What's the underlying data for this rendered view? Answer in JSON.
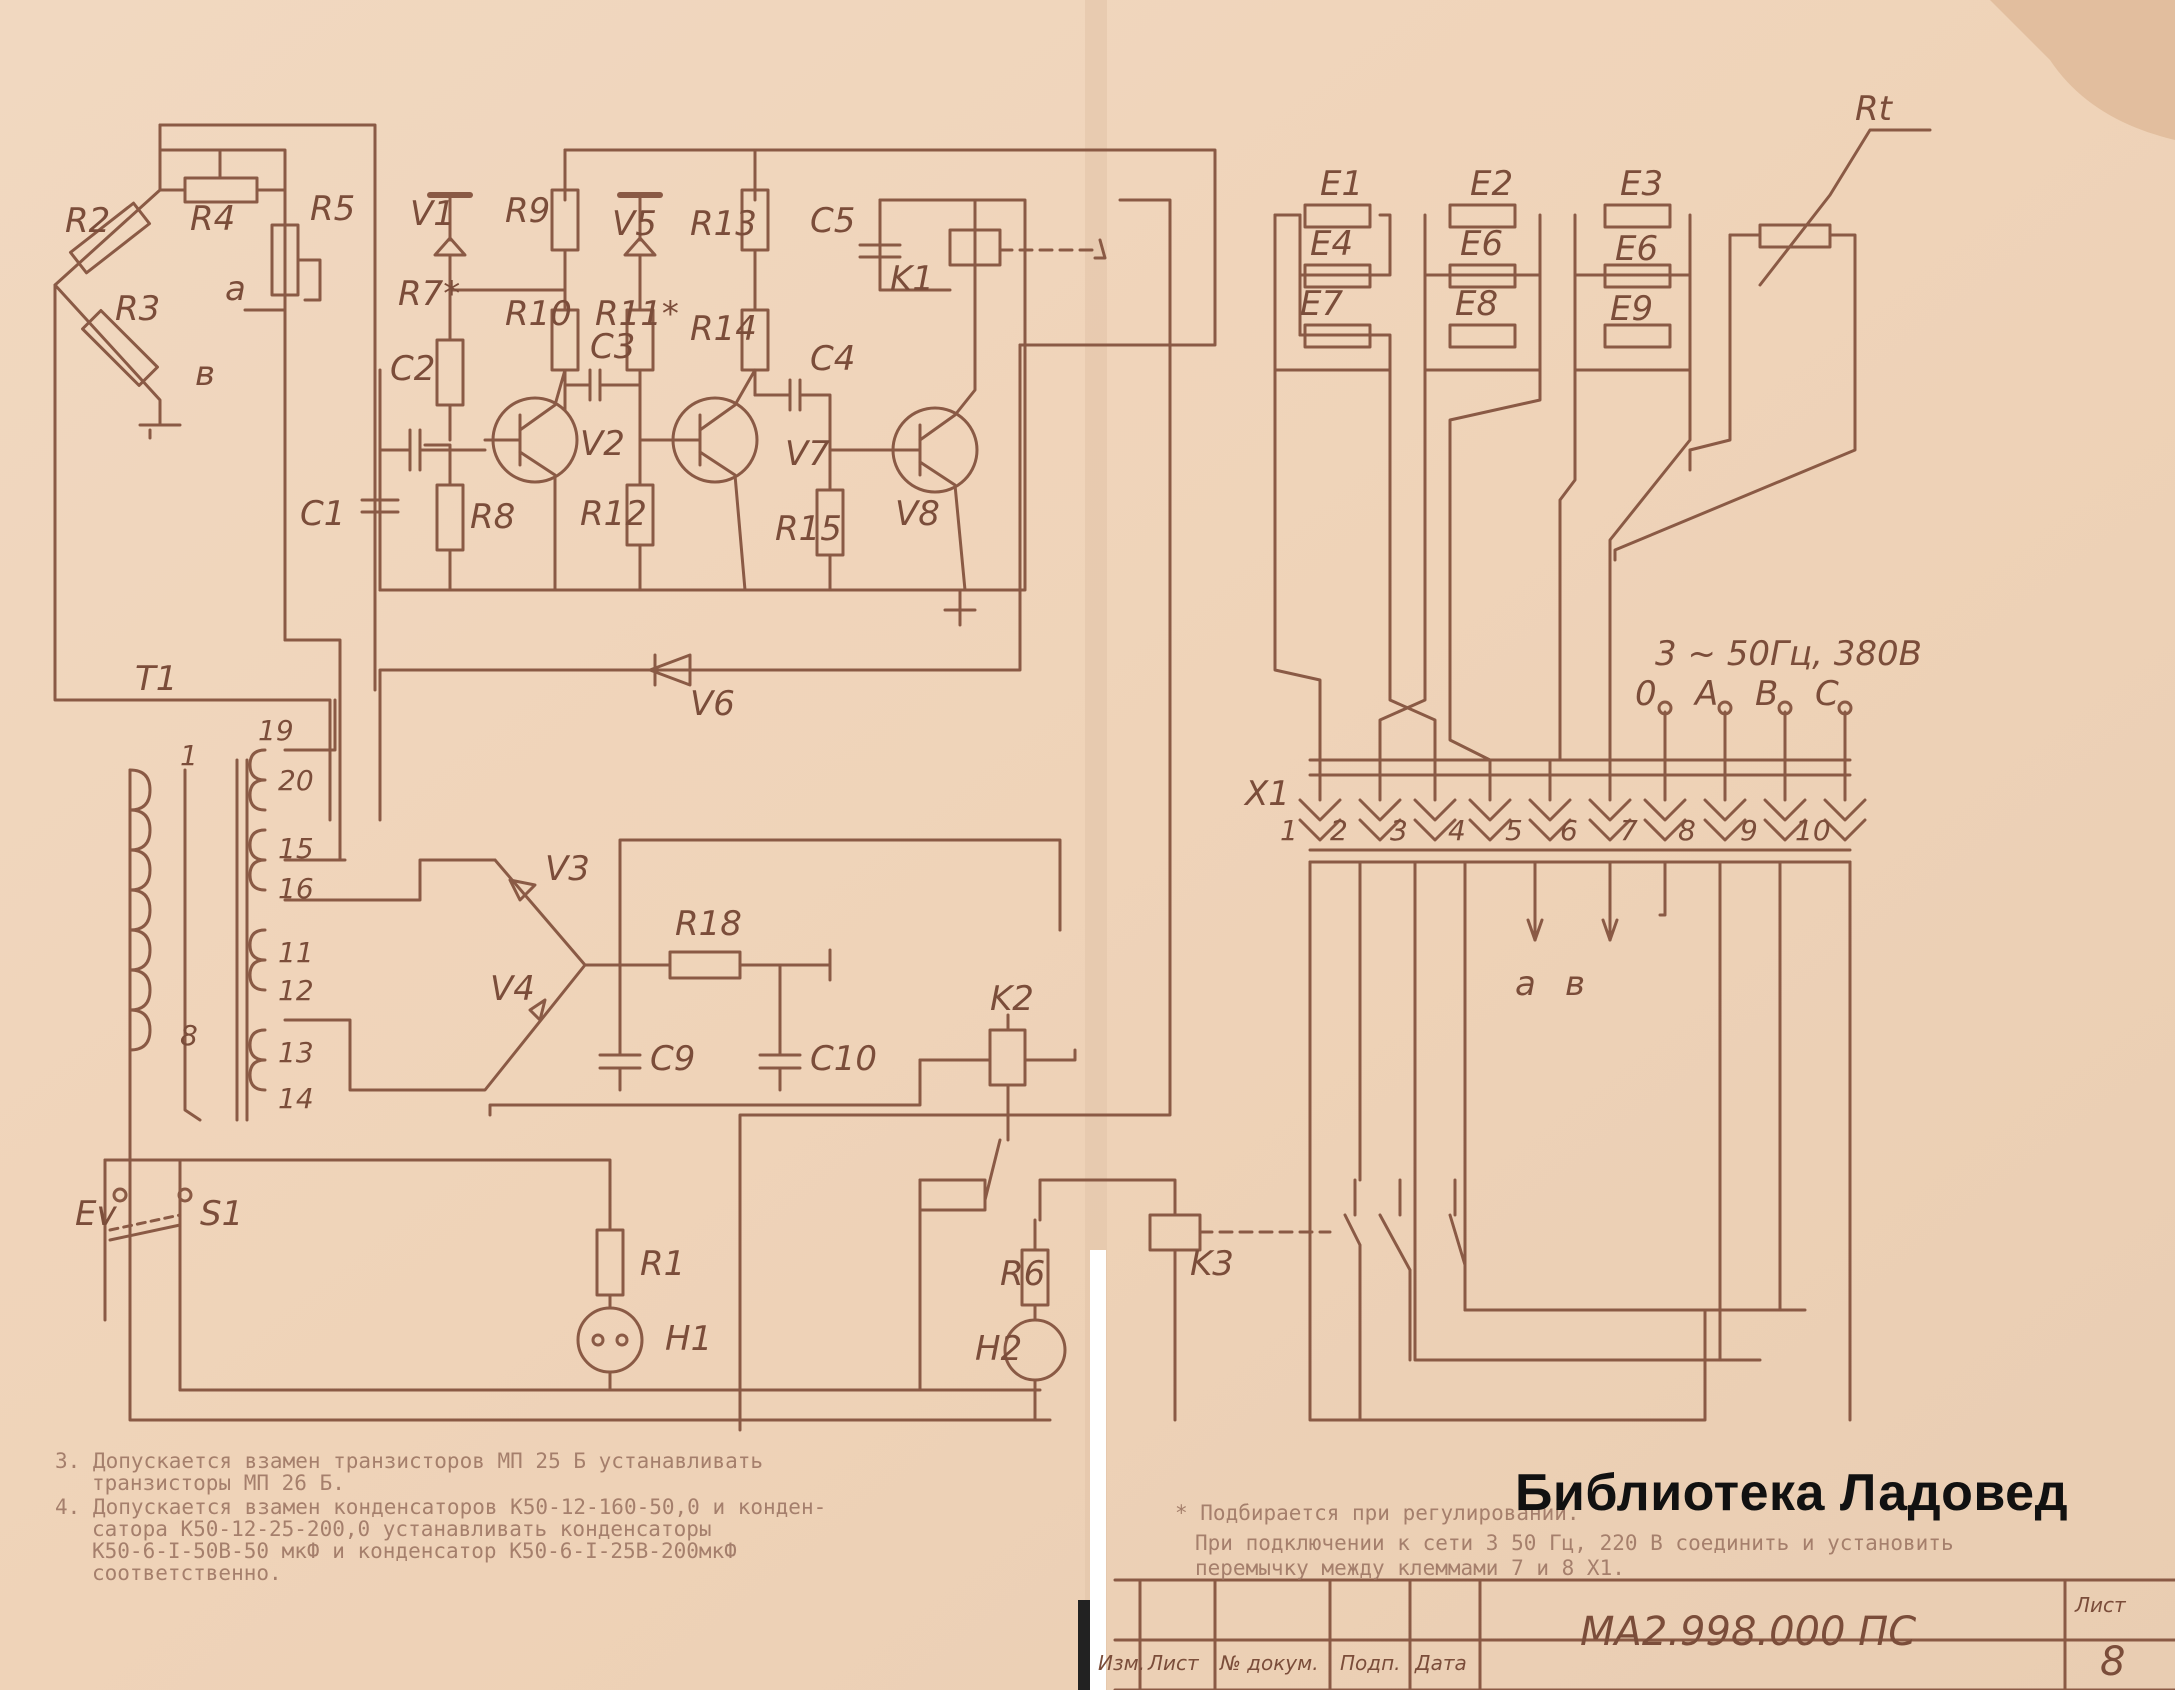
{
  "watermark": "Библиотека Ладовед",
  "component_labels": {
    "R1": "R1",
    "R2": "R2",
    "R3": "R3",
    "R4": "R4",
    "R5": "R5",
    "R6": "R6",
    "R7": "R7*",
    "R8": "R8",
    "R9": "R9",
    "R10": "R10",
    "R11": "R11*",
    "R12": "R12",
    "R13": "R13",
    "R14": "R14",
    "R15": "R15",
    "R18": "R18",
    "C1": "C1",
    "C2": "C2",
    "C3": "C3",
    "C4": "C4",
    "C5": "C5",
    "C9": "C9",
    "C10": "C10",
    "V1": "V1",
    "V2": "V2",
    "V3": "V3",
    "V4": "V4",
    "V5": "V5",
    "V6": "V6",
    "V7": "V7",
    "V8": "V8",
    "K1": "K1",
    "K2": "K2",
    "K3": "K3",
    "T1": "T1",
    "S1": "S1",
    "H1": "H1",
    "H2": "H2",
    "Ev": "Ev",
    "X1": "X1",
    "Rt": "Rt",
    "E1": "E1",
    "E2": "E2",
    "E3": "E3",
    "E4": "E4",
    "E5": "E6",
    "E6": "E6",
    "E7": "E7",
    "E8": "E8",
    "E9": "E9",
    "node_a": "a",
    "node_b": "в",
    "out_a": "a",
    "out_b": "в"
  },
  "winding_numbers": [
    "1",
    "8",
    "19",
    "20",
    "15",
    "16",
    "11",
    "12",
    "13",
    "14"
  ],
  "connector_pins": [
    "1",
    "2",
    "3",
    "4",
    "5",
    "6",
    "7",
    "8",
    "9",
    "10"
  ],
  "supply": {
    "spec": "3 ~ 50Гц, 380В",
    "phases": [
      "0",
      "A",
      "B",
      "C"
    ]
  },
  "notes": [
    "3. Допускается взамен транзисторов МП 25 Б устанавливать",
    "транзисторы МП 26 Б.",
    "4. Допускается взамен конденсаторов К50-12-160-50,0 и конден-",
    "сатора К50-12-25-200,0 устанавливать конденсаторы",
    "К50-6-I-50В-50 мкФ и конденсатор К50-6-I-25В-200мкФ",
    "соответственно."
  ],
  "notes_right": [
    "* Подбирается при регулировании.",
    "При подключении к сети 3 50 Гц, 220 В соединить и установить",
    "перемычку между клеммами 7 и 8 Х1."
  ],
  "title_block": {
    "doc_number": "МА2.998.000 ПС",
    "sheet_label": "Лист",
    "sheet_number": "8",
    "columns": [
      "Изм.",
      "Лист",
      "№ докум.",
      "Подп.",
      "Дата"
    ]
  }
}
